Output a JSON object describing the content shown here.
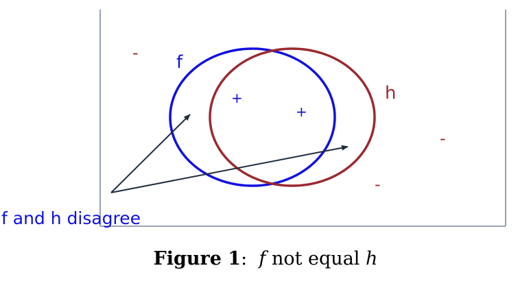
{
  "diagram": {
    "circle_f_label": "f",
    "circle_h_label": "h",
    "plus_signs": [
      "+",
      "+"
    ],
    "minus_signs": [
      "-",
      "-",
      "-"
    ],
    "annotation": "f and h disagree",
    "colors": {
      "f": "#1010e0",
      "h": "#9b2a30",
      "arrow": "#1f2d3d",
      "frame": "#5a6f8c"
    }
  },
  "caption": {
    "label": "Figure 1",
    "separator": ":",
    "var_f": "f",
    "text": "not equal",
    "var_h": "h"
  }
}
